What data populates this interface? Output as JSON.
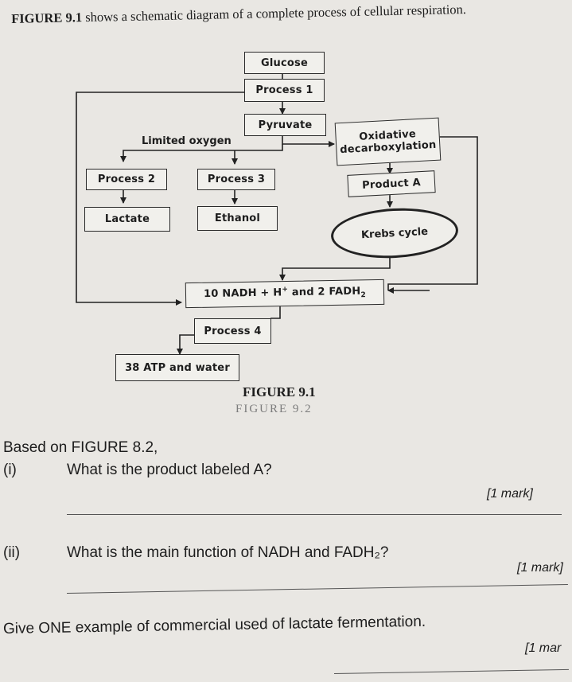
{
  "intro": {
    "figure_ref": "FIGURE 9.1",
    "text": "shows a schematic diagram of a complete process of cellular respiration."
  },
  "diagram": {
    "glucose": "Glucose",
    "process1": "Process 1",
    "pyruvate": "Pyruvate",
    "limited_oxygen": "Limited oxygen",
    "oxidative": "Oxidative\ndecarboxylation",
    "process2": "Process 2",
    "process3": "Process 3",
    "productA": "Product A",
    "lactate": "Lactate",
    "ethanol": "Ethanol",
    "krebs": "Krebs cycle",
    "nadh_pre": "10 NADH + H",
    "nadh_sup": "+",
    "nadh_post": " and 2 FADH",
    "nadh_sub": "2",
    "process4": "Process 4",
    "atp": "38 ATP and water"
  },
  "caption": "FIGURE 9.1",
  "caption_ghost": "FIGURE 9.2",
  "questions": {
    "based_on": "Based on FIGURE 8.2,",
    "q1_num": "(i)",
    "q1_text": "What is the product labeled A?",
    "q1_mark": "[1 mark]",
    "q2_num": "(ii)",
    "q2_text": "What is the main function of NADH and FADH₂?",
    "q2_mark": "[1 mark]",
    "q3_text": "Give ONE example of commercial used of lactate fermentation.",
    "q3_mark": "[1 mar"
  }
}
